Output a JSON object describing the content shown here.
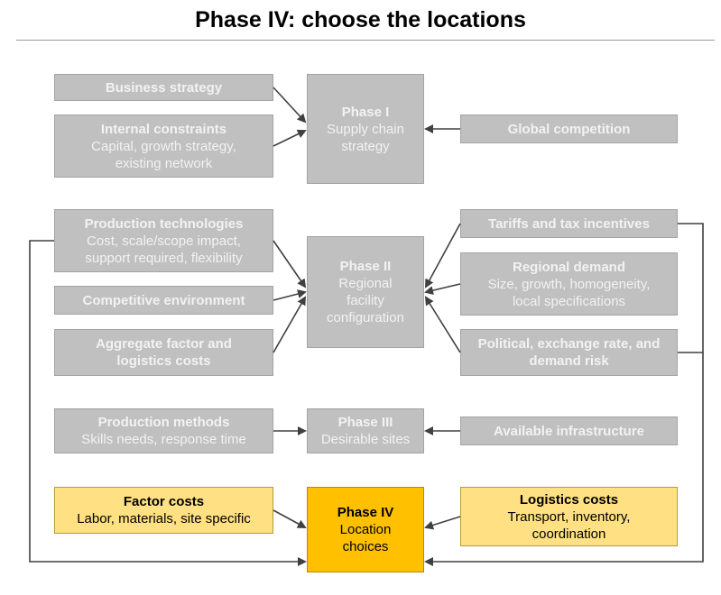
{
  "title": "Phase IV: choose the locations",
  "colors": {
    "gray_box": "#c0c0c0",
    "gray_text": "#f2f2f2",
    "yellow_box": "#ffe082",
    "orange_box": "#ffc000",
    "arrow": "#404040"
  },
  "boxes": {
    "business_strategy": {
      "title": "Business strategy"
    },
    "internal_constraints": {
      "title": "Internal constraints",
      "lines": [
        "Capital, growth strategy,",
        "existing network"
      ]
    },
    "phase1": {
      "title": "Phase I",
      "lines": [
        "Supply chain",
        "strategy"
      ]
    },
    "global_competition": {
      "title": "Global competition"
    },
    "production_technologies": {
      "title": "Production technologies",
      "lines": [
        "Cost, scale/scope impact,",
        "support required, flexibility"
      ]
    },
    "competitive_environment": {
      "title": "Competitive environment"
    },
    "aggregate_costs": {
      "title": "Aggregate factor and",
      "title2": "logistics costs"
    },
    "phase2": {
      "title": "Phase II",
      "lines": [
        "Regional",
        "facility",
        "configuration"
      ]
    },
    "tariffs": {
      "title": "Tariffs and tax incentives"
    },
    "regional_demand": {
      "title": "Regional demand",
      "lines": [
        "Size, growth, homogeneity,",
        "local specifications"
      ]
    },
    "political_risk": {
      "title": "Political, exchange rate, and",
      "title2": "demand risk"
    },
    "production_methods": {
      "title": "Production methods",
      "lines": [
        "Skills needs, response time"
      ]
    },
    "phase3": {
      "title": "Phase III",
      "lines": [
        "Desirable sites"
      ]
    },
    "available_infrastructure": {
      "title": "Available infrastructure"
    },
    "factor_costs": {
      "title": "Factor costs",
      "lines": [
        "Labor, materials, site specific"
      ]
    },
    "phase4": {
      "title": "Phase IV",
      "lines": [
        "Location",
        "choices"
      ]
    },
    "logistics_costs": {
      "title": "Logistics costs",
      "lines": [
        "Transport, inventory,",
        "coordination"
      ]
    }
  }
}
